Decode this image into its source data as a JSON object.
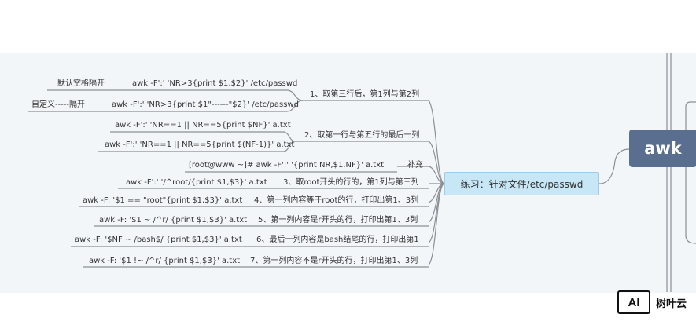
{
  "root": {
    "label": "awk"
  },
  "mid": {
    "label": "练习：针对文件/etc/passwd"
  },
  "branches": [
    {
      "label": "1、取第三行后，第1列与第2列",
      "items": [
        {
          "cmd": "awk -F':' 'NR>3{print $1,$2}' /etc/passwd",
          "note": "默认空格隔开"
        },
        {
          "cmd": "awk -F':' 'NR>3{print $1\"------\"$2}' /etc/passwd",
          "note": "自定义-----隔开"
        }
      ]
    },
    {
      "label": "2、取第一行与第五行的最后一列",
      "items": [
        {
          "cmd": "awk -F':' 'NR==1 || NR==5{print $NF}' a.txt"
        },
        {
          "cmd": "awk -F':' 'NR==1 || NR==5{print $(NF-1)}' a.txt"
        }
      ]
    },
    {
      "label": "补充",
      "items": [
        {
          "cmd": "[root@www ~]# awk -F':' '{print NR,$1,NF}' a.txt"
        }
      ]
    },
    {
      "label": "3、取root开头的行的，第1列与第三列",
      "items": [
        {
          "cmd": "awk -F':' '/^root/{print $1,$3}' a.txt"
        }
      ]
    },
    {
      "label": "4、第一列内容等于root的行，打印出第1、3列",
      "items": [
        {
          "cmd": "awk -F: '$1 == \"root\"{print $1,$3}' a.txt"
        }
      ]
    },
    {
      "label": "5、第一列内容是r开头的行，打印出第1、3列",
      "items": [
        {
          "cmd": "awk -F: '$1 ~ /^r/ {print $1,$3}' a.txt"
        }
      ]
    },
    {
      "label": "6、最后一列内容是bash结尾的行，打印出第1",
      "items": [
        {
          "cmd": "awk -F: '$NF ~ /bash$/ {print $1,$3}' a.txt"
        }
      ]
    },
    {
      "label": "7、第一列内容不是r开头的行，打印出第1、3列",
      "items": [
        {
          "cmd": "awk -F: '$1 !~ /^r/ {print $1,$3}' a.txt"
        }
      ]
    }
  ],
  "watermark": {
    "logo": "AI",
    "text": "树叶云"
  },
  "colors": {
    "root": "#5a6f8f",
    "mid": "#c7e6f6",
    "line": "#8a8f96",
    "canvas": "#f3f6f9"
  }
}
